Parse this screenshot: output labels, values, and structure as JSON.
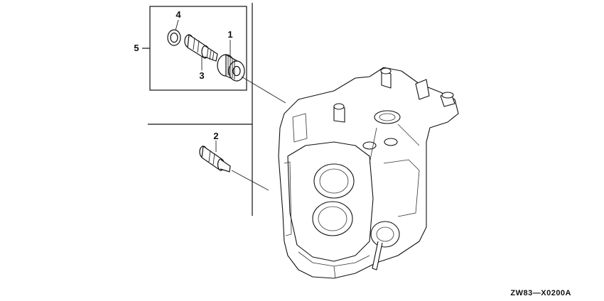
{
  "callouts": {
    "c1": "1",
    "c2": "2",
    "c3": "3",
    "c4": "4",
    "c5": "5"
  },
  "diagram_code": "ZW83—X0200A"
}
